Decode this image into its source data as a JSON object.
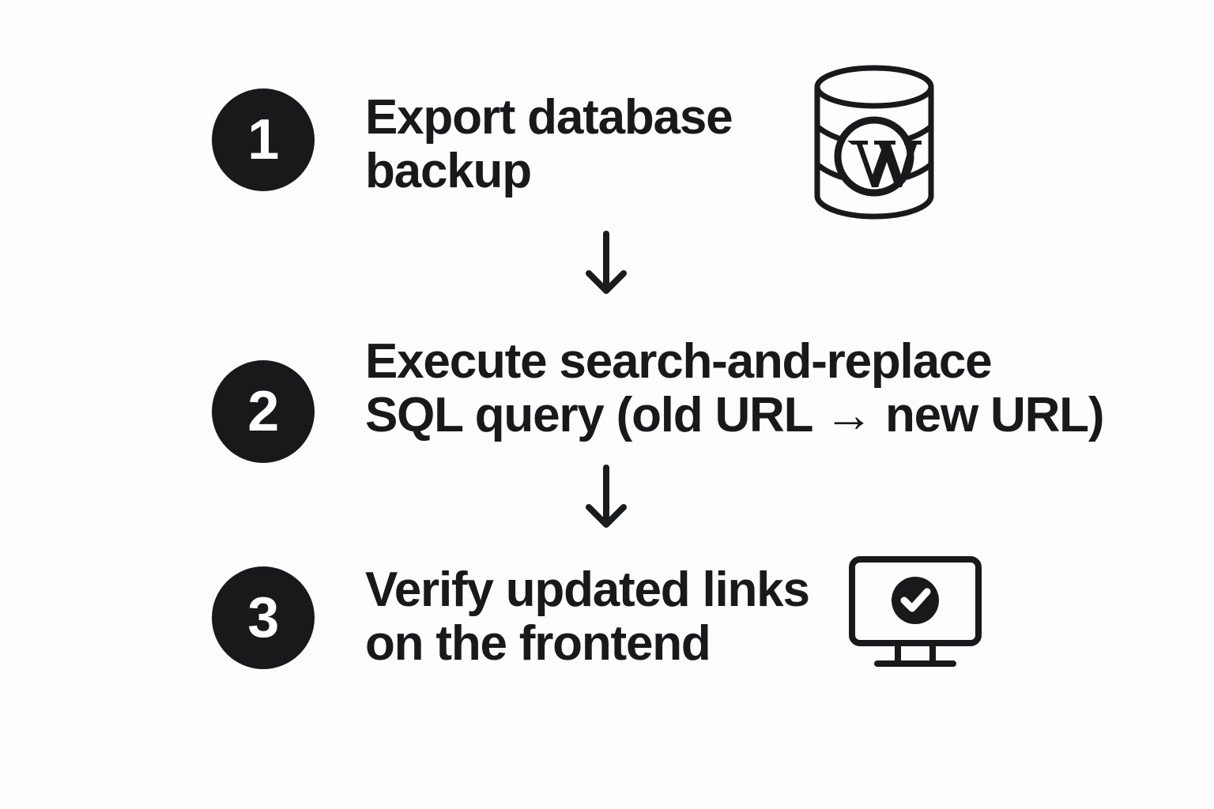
{
  "diagram": {
    "type": "vertical-numbered-flow",
    "background_color": "#fdfdfd",
    "accent_color": "#17191a",
    "steps": [
      {
        "number": "1",
        "text": "Export database\nbackup",
        "icon": "wordpress-database-icon"
      },
      {
        "number": "2",
        "text": "Execute search-and-replace\nSQL query (old URL → new URL)",
        "icon": null
      },
      {
        "number": "3",
        "text": "Verify updated links\non the frontend",
        "icon": "monitor-check-icon"
      }
    ],
    "connectors": [
      {
        "name": "arrow-step-1-to-2",
        "glyph": "down-arrow-icon"
      },
      {
        "name": "arrow-step-2-to-3",
        "glyph": "down-arrow-icon"
      }
    ]
  }
}
